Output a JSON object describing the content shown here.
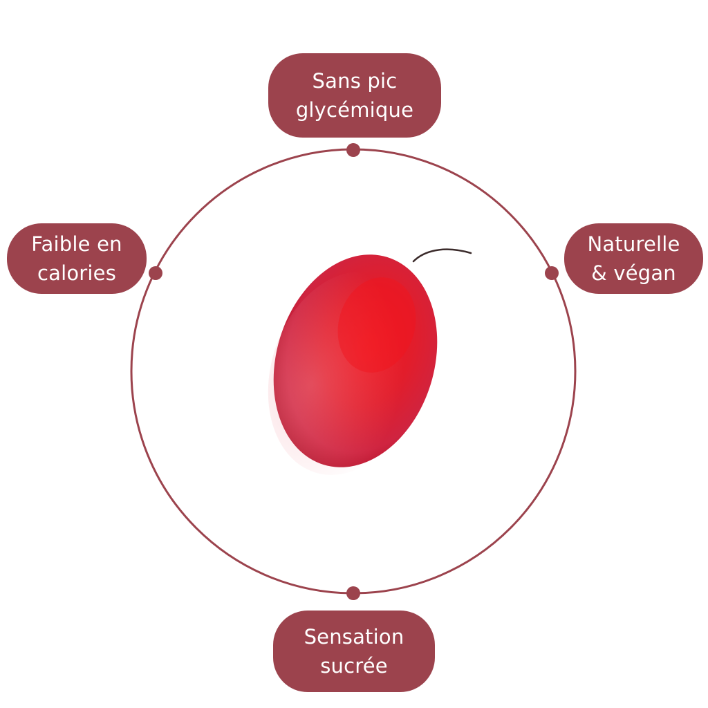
{
  "colors": {
    "accent": "#9c434d",
    "text_on_accent": "#ffffff",
    "fruit_main": "#d8203a",
    "fruit_center": "#ee1a22",
    "fruit_edge": "#b0142c",
    "stem": "#3a2a2a"
  },
  "labels": {
    "top": "Sans pic\nglycémique",
    "left": "Faible en\ncalories",
    "right": "Naturelle\n& végan",
    "bottom": "Sensation\nsucrée"
  },
  "center_image": "red-berry-fruit"
}
